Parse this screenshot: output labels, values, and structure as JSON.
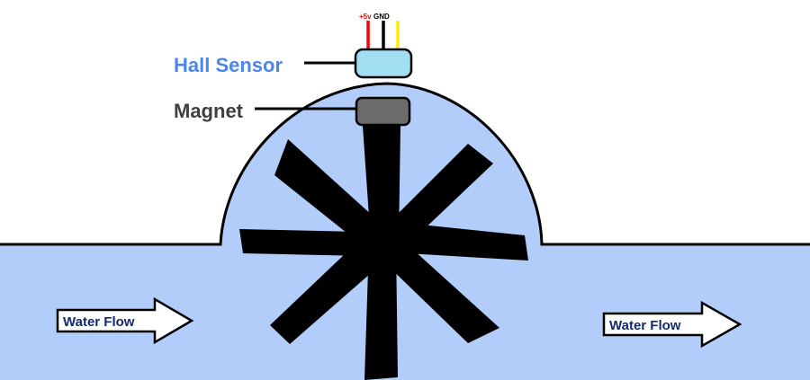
{
  "labels": {
    "hall_sensor": "Hall Sensor",
    "magnet": "Magnet",
    "flow_left": "Water Flow",
    "flow_right": "Water Flow"
  },
  "pins": {
    "vcc": "+5v",
    "gnd": "GND",
    "signal": ""
  },
  "colors": {
    "water": "#b3cdfa",
    "sensor": "#a2def2",
    "magnet": "#6b6b6b",
    "hall_label": "#4b86f0",
    "magnet_label": "#3f3f3f",
    "flow_text": "#142a6e",
    "wire_vcc": "#ff0000",
    "wire_gnd": "#000000",
    "wire_signal": "#ffee00"
  }
}
